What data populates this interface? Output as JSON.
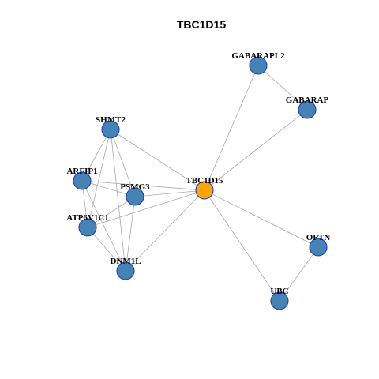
{
  "title": "TBC1D15",
  "colors": {
    "node_default": "#4682b4",
    "node_center": "#ffa500",
    "node_border": "#1f3fb5",
    "edge": "#a8a8a8"
  },
  "nodes": [
    {
      "id": "TBC1D15",
      "label": "TBC1D15",
      "center": true
    },
    {
      "id": "GABARAPL2",
      "label": "GABARAPL2"
    },
    {
      "id": "GABARAP",
      "label": "GABARAP"
    },
    {
      "id": "SHMT2",
      "label": "SHMT2"
    },
    {
      "id": "ARFIP1",
      "label": "ARFIP1"
    },
    {
      "id": "PSMG3",
      "label": "PSMG3"
    },
    {
      "id": "ATP6V1C1",
      "label": "ATP6V1C1"
    },
    {
      "id": "DNM1L",
      "label": "DNM1L"
    },
    {
      "id": "OPTN",
      "label": "OPTN"
    },
    {
      "id": "UBC",
      "label": "UBC"
    }
  ],
  "edges": [
    [
      "TBC1D15",
      "GABARAPL2"
    ],
    [
      "TBC1D15",
      "GABARAP"
    ],
    [
      "TBC1D15",
      "SHMT2"
    ],
    [
      "TBC1D15",
      "ARFIP1"
    ],
    [
      "TBC1D15",
      "PSMG3"
    ],
    [
      "TBC1D15",
      "ATP6V1C1"
    ],
    [
      "TBC1D15",
      "DNM1L"
    ],
    [
      "TBC1D15",
      "OPTN"
    ],
    [
      "TBC1D15",
      "UBC"
    ],
    [
      "GABARAPL2",
      "GABARAP"
    ],
    [
      "OPTN",
      "UBC"
    ],
    [
      "SHMT2",
      "ARFIP1"
    ],
    [
      "SHMT2",
      "PSMG3"
    ],
    [
      "SHMT2",
      "ATP6V1C1"
    ],
    [
      "SHMT2",
      "DNM1L"
    ],
    [
      "ARFIP1",
      "PSMG3"
    ],
    [
      "ARFIP1",
      "ATP6V1C1"
    ],
    [
      "ARFIP1",
      "DNM1L"
    ],
    [
      "PSMG3",
      "ATP6V1C1"
    ],
    [
      "PSMG3",
      "DNM1L"
    ],
    [
      "ATP6V1C1",
      "DNM1L"
    ]
  ]
}
